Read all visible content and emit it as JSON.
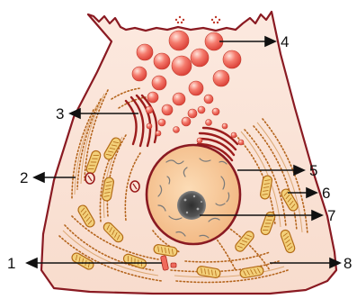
{
  "colors": {
    "cytoplasm": "#fbe3d6",
    "cell_outline": "#8a1a22",
    "granule": "#ef4f45",
    "granule_highlight": "#ffd5cc",
    "nucleus_fill": "#f6c495",
    "nucleus_envelope": "#8a1a22",
    "chromatin": "#7a7a7a",
    "nucleolus": "#4a4a4a",
    "rough_er": "#b5651d",
    "ribosome_dot": "#8a2a10",
    "golgi": "#9b1c1c",
    "mitochondria_fill": "#f3d07a",
    "mitochondria_outline": "#b36b16",
    "callout_arrow": "#111111"
  },
  "callouts": [
    {
      "label": "1",
      "target": "lysosome"
    },
    {
      "label": "2",
      "target": "cell-membrane"
    },
    {
      "label": "3",
      "target": "golgi-apparatus"
    },
    {
      "label": "4",
      "target": "secretory-granules"
    },
    {
      "label": "5",
      "target": "nuclear-envelope"
    },
    {
      "label": "6",
      "target": "mitochondrion"
    },
    {
      "label": "7",
      "target": "nucleolus"
    },
    {
      "label": "8",
      "target": "rough-endoplasmic-reticulum"
    }
  ]
}
